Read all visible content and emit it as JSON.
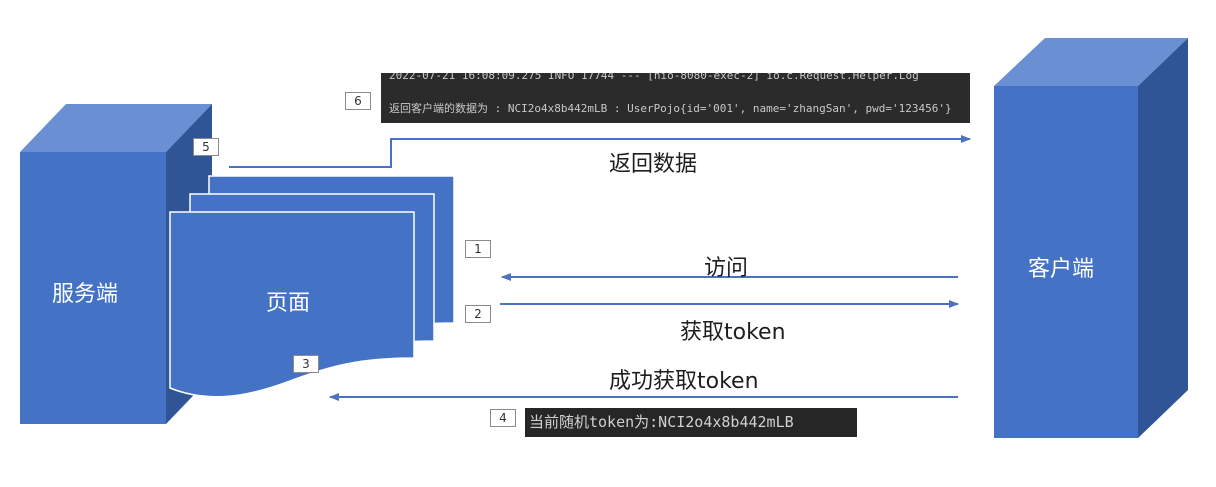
{
  "server": {
    "label": "服务端"
  },
  "client": {
    "label": "客户端"
  },
  "page": {
    "label": "页面"
  },
  "flows": [
    {
      "step": "1",
      "label": "访问"
    },
    {
      "step": "2",
      "label": "获取token"
    },
    {
      "step": "3"
    },
    {
      "step": "4",
      "label": "成功获取token"
    },
    {
      "step": "5",
      "label": "返回数据"
    },
    {
      "step": "6"
    }
  ],
  "console_log": {
    "line1": "2022-07-21 16:08:09.275  INFO 17744 --- [nio-8080-exec-2] io.c.Request.Helper.Log",
    "line2": "返回客户端的数据为 : NCI2o4x8b442mLB : UserPojo{id='001', name='zhangSan', pwd='123456'}"
  },
  "token_log": "当前随机token为:NCI2o4x8b442mLB",
  "colors": {
    "box_front": "#4472c4",
    "box_top": "#6a8fd3",
    "box_side": "#2f5597",
    "arrow": "#4a72c0"
  }
}
